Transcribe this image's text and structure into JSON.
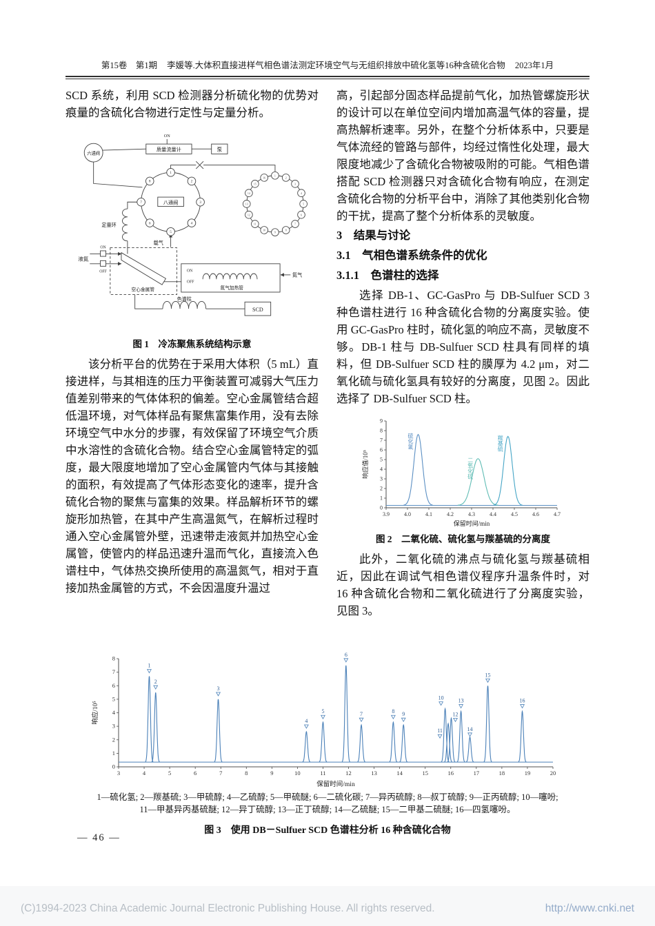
{
  "header": {
    "volume_issue": "第15卷　第1期",
    "article_info": "李媛等.大体积直接进样气相色谱法测定环境空气与无组织排放中硫化氢等16种含硫化合物",
    "date": "2023年1月"
  },
  "left_column": {
    "para1": "SCD 系统，利用 SCD 检测器分析硫化物的优势对痕量的含硫化合物进行定性与定量分析。",
    "figure1": {
      "caption": "图 1　冷冻聚焦系统结构示意",
      "labels": {
        "on_top": "ON",
        "mass_flow_meter": "质量流量计",
        "pump": "泵",
        "six_port_valve": "六通阀",
        "eight_port_valve": "八通阀",
        "sample_loop": "定量环",
        "carrier_gas": "载气",
        "liquid_nitrogen": "液氮",
        "ln_on": "ON",
        "ln_off": "OFF",
        "hollow_metal_tube": "空心金属管",
        "heater_on": "ON",
        "heater_off": "OFF",
        "nitrogen": "氮气",
        "nitrogen_heating_tube": "氮气加热管",
        "column": "色谱柱",
        "detector": "SCD"
      },
      "valve_ports": [
        "1",
        "2",
        "3",
        "4",
        "5",
        "6",
        "7",
        "8"
      ],
      "carousel_count": 16
    },
    "para2": "该分析平台的优势在于采用大体积（5 mL）直接进样，与其相连的压力平衡装置可减弱大气压力值差别带来的气体体积的偏差。空心金属管结合超低温环境，对气体样品有聚焦富集作用，没有去除环境空气中水分的步骤，有效保留了环境空气介质中水溶性的含硫化合物。结合空心金属管特定的弧度，最大限度地增加了空心金属管内气体与其接触的面积，有效提高了气体形态变化的速率，提升含硫化合物的聚焦与富集的效果。样品解析环节的螺旋形加热管，在其中产生高温氮气，在解析过程时通入空心金属管外壁，迅速带走液氮并加热空心金属管，使管内的样品迅速升温而气化，直接流入色谱柱中，气体热交换所使用的高温氮气，相对于直接加热金属管的方式，不会因温度升温过"
  },
  "right_column": {
    "para1": "高，引起部分固态样品提前气化，加热管螺旋形状的设计可以在单位空间内增加高温气体的容量，提高热解析速率。另外，在整个分析体系中，只要是气体流经的管路与部件，均经过惰性化处理，最大限度地减少了含硫化合物被吸附的可能。气相色谱搭配 SCD 检测器只对含硫化合物有响应，在测定含硫化合物的分析平台中，消除了其他类别化合物的干扰，提高了整个分析体系的灵敏度。",
    "heading_3": "3　结果与讨论",
    "heading_3_1": "3.1　气相色谱系统条件的优化",
    "heading_3_1_1": "3.1.1　色谱柱的选择",
    "para2": "选择 DB-1、GC-GasPro 与 DB-Sulfuer SCD 3 种色谱柱进行 16 种含硫化合物的分离度实验。使用 GC-GasPro 柱时，硫化氢的响应不高，灵敏度不够。DB-1 柱与 DB-Sulfuer SCD 柱具有同样的填料，但 DB-Sulfuer SCD 柱的膜厚为 4.2 μm，对二氧化硫与硫化氢具有较好的分离度，见图 2。因此选择了 DB-Sulfuer SCD 柱。",
    "figure2_caption": "图 2　二氧化硫、硫化氢与羰基硫的分离度",
    "para3": "此外，二氧化硫的沸点与硫化氢与羰基硫相近，因此在调试气相色谱仪程序升温条件时，对 16 种含硫化合物和二氧化硫进行了分离度实验，见图 3。"
  },
  "figure3": {
    "legend_line1": "1—硫化氢; 2—羰基硫; 3—甲硫醇; 4—乙硫醇; 5—甲硫醚; 6—二硫化碳; 7—异丙硫醇; 8—叔丁硫醇; 9—正丙硫醇; 10—噻吩;",
    "legend_line2": "11—甲基异丙基硫醚; 12—异丁硫醇; 13—正丁硫醇; 14—乙硫醚; 15—二甲基二硫醚; 16—四氢噻吩。",
    "caption": "图 3　使用 DB－Sulfuer SCD 色谱柱分析 16 种含硫化合物"
  },
  "page_number": "— 46 —",
  "footer": {
    "copyright": "(C)1994-2023 China Academic Journal Electronic Publishing House. All rights reserved.",
    "url": "http://www.cnki.net"
  },
  "chart_data": [
    {
      "id": "figure2",
      "type": "line",
      "title": "二氧化硫、硫化氢与羰基硫的分离度",
      "xlabel": "保留时间/min",
      "ylabel": "响应值/10⁵",
      "xlim": [
        3.9,
        4.7
      ],
      "ylim": [
        0,
        9
      ],
      "xticks": [
        "3.9",
        "4.0",
        "4.1",
        "4.2",
        "4.3",
        "4.4",
        "4.5",
        "4.6",
        "4.7"
      ],
      "yticks": [
        "0",
        "1",
        "2",
        "3",
        "4",
        "5",
        "6",
        "7",
        "8",
        "9"
      ],
      "grid": false,
      "legend_position": "none",
      "baseline": 0.25,
      "sigma": 0.02,
      "trace_color": "#5b8fc3",
      "label_style": "vertical",
      "peaks": [
        {
          "label": "硫化氢",
          "x": 4.05,
          "height": 7.6,
          "color": "#5b8fc3"
        },
        {
          "label": "二氧化硫",
          "x": 4.33,
          "height": 5.1,
          "color": "#5fbcb4",
          "sigma": 0.028
        },
        {
          "label": "羰基硫",
          "x": 4.47,
          "height": 7.4,
          "color": "#45a5c6"
        }
      ]
    },
    {
      "id": "figure3",
      "type": "line",
      "title": "使用 DB-Sulfuer SCD 色谱柱分析 16 种含硫化合物",
      "xlabel": "保留时间/min",
      "ylabel": "响应/10⁵",
      "xlim": [
        3,
        20
      ],
      "ylim": [
        0,
        8
      ],
      "xticks": [
        "3",
        "4",
        "5",
        "6",
        "7",
        "8",
        "9",
        "10",
        "11",
        "12",
        "13",
        "14",
        "15",
        "16",
        "17",
        "18",
        "19",
        "20"
      ],
      "yticks": [
        "0",
        "1",
        "2",
        "3",
        "4",
        "5",
        "6",
        "7",
        "8"
      ],
      "grid": false,
      "legend_position": "below",
      "baseline": 0.35,
      "sigma": 0.045,
      "trace_color": "#4a80b8",
      "label_style": "marker",
      "peaks": [
        {
          "label": "1",
          "x": 4.2,
          "height": 6.7
        },
        {
          "label": "2",
          "x": 4.45,
          "height": 5.5
        },
        {
          "label": "3",
          "x": 6.9,
          "height": 5.0
        },
        {
          "label": "4",
          "x": 10.35,
          "height": 2.6
        },
        {
          "label": "5",
          "x": 11.0,
          "height": 3.3
        },
        {
          "label": "6",
          "x": 11.9,
          "height": 7.5
        },
        {
          "label": "7",
          "x": 12.5,
          "height": 3.1
        },
        {
          "label": "8",
          "x": 13.75,
          "height": 3.3
        },
        {
          "label": "9",
          "x": 14.15,
          "height": 3.1
        },
        {
          "label": "10",
          "x": 15.78,
          "height": 4.3,
          "lox": -6
        },
        {
          "label": "11",
          "x": 15.9,
          "height": 3.2,
          "lox": -12,
          "loy": 26
        },
        {
          "label": "12",
          "x": 16.02,
          "height": 3.6,
          "lox": 6,
          "loy": 10
        },
        {
          "label": "13",
          "x": 16.4,
          "height": 4.1
        },
        {
          "label": "14",
          "x": 16.75,
          "height": 2.2,
          "loy": 4
        },
        {
          "label": "15",
          "x": 17.45,
          "height": 6.0
        },
        {
          "label": "16",
          "x": 18.8,
          "height": 4.1
        }
      ]
    }
  ]
}
